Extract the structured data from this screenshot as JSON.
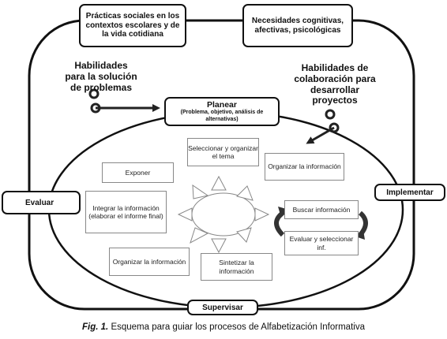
{
  "top_boxes": {
    "practicas": "Prácticas sociales en los contextos escolares y de la vida cotidiana",
    "necesidades": "Necesidades cognitivas, afectivas, psicológicas"
  },
  "habilidades": {
    "solucion": "Habilidades para la solución de problemas",
    "colaboracion": "Habilidades de colaboración para desarrollar proyectos"
  },
  "planear": {
    "title": "Planear",
    "subtitle": "(Problema, objetivo, análisis de alternativas)"
  },
  "stages": {
    "evaluar": "Evaluar",
    "implementar": "Implementar",
    "supervisar": "Supervisar"
  },
  "steps": {
    "seleccionar": "Seleccionar y organizar el tema",
    "organizar_top": "Organizar la información",
    "exponer": "Exponer",
    "integrar": "Integrar la información (elaborar el informe final)",
    "buscar": "Buscar información",
    "evaluar_sel": "Evaluar y seleccionar inf.",
    "organizar_bottom": "Organizar la información",
    "sintetizar": "Sintetizar la información"
  },
  "caption": {
    "label": "Fig. 1.",
    "text": "Esquema para guiar los procesos de Alfabetización Informativa"
  }
}
